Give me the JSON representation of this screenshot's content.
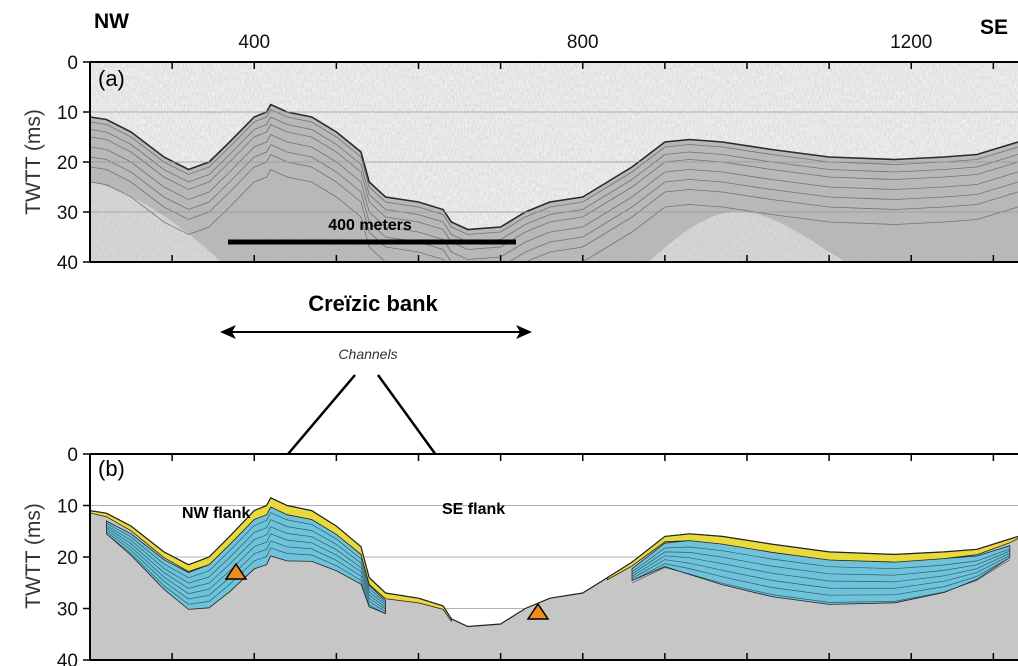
{
  "header": {
    "left_direction": "NW",
    "right_direction": "SE"
  },
  "x_ticks": [
    {
      "value": 400,
      "label": "400"
    },
    {
      "value": 800,
      "label": "800"
    },
    {
      "value": 1200,
      "label": "1200"
    }
  ],
  "x_range": [
    200,
    1330
  ],
  "y_axis": {
    "label": "TWTT (ms)",
    "range": [
      0,
      40
    ],
    "ticks": [
      "0",
      "10",
      "20",
      "30",
      "40"
    ]
  },
  "panel_a": {
    "label": "(a)",
    "scale_bar_label": "400 meters",
    "scale_bar_length_m": 400
  },
  "middle": {
    "title": "Creïzic bank",
    "subtitle": "Channels"
  },
  "panel_b": {
    "label": "(b)",
    "annotations": [
      "NW flank",
      "SE flank"
    ],
    "colors": {
      "yellow_unit": "#e8da3a",
      "blue_unit": "#6ec3da",
      "substrate": "#c6c6c6",
      "marker": "#f08c1c"
    }
  },
  "profile_twtt": [
    [
      200,
      11
    ],
    [
      220,
      11.5
    ],
    [
      250,
      14
    ],
    [
      290,
      19
    ],
    [
      320,
      21.5
    ],
    [
      345,
      20
    ],
    [
      370,
      16
    ],
    [
      400,
      11
    ],
    [
      415,
      10
    ],
    [
      420,
      8.5
    ],
    [
      440,
      10
    ],
    [
      470,
      11
    ],
    [
      500,
      14
    ],
    [
      530,
      18
    ],
    [
      540,
      24
    ],
    [
      560,
      27
    ],
    [
      600,
      28
    ],
    [
      630,
      29.5
    ],
    [
      640,
      32
    ],
    [
      660,
      33.5
    ],
    [
      700,
      33
    ],
    [
      730,
      30
    ],
    [
      760,
      28
    ],
    [
      800,
      27
    ],
    [
      830,
      24
    ],
    [
      860,
      21
    ],
    [
      900,
      16
    ],
    [
      930,
      15.5
    ],
    [
      970,
      16
    ],
    [
      1030,
      17.5
    ],
    [
      1100,
      19
    ],
    [
      1180,
      19.5
    ],
    [
      1240,
      19
    ],
    [
      1280,
      18.5
    ],
    [
      1320,
      16.5
    ],
    [
      1330,
      16
    ]
  ]
}
